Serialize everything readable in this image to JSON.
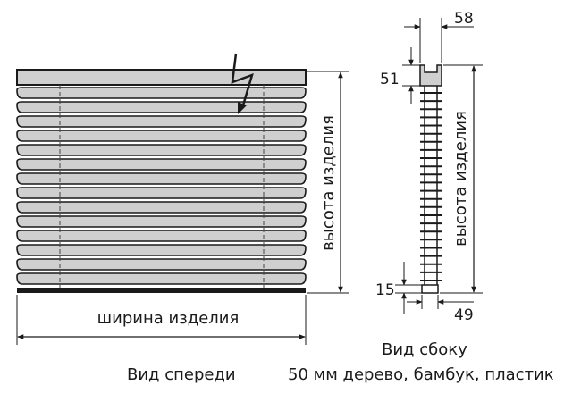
{
  "front_view": {
    "slat_count": 14,
    "width_label": "ширина изделия",
    "height_label": "высота изделия",
    "caption": "Вид спереди"
  },
  "side_view": {
    "height_label": "высота изделия",
    "dims": {
      "top_width": "58",
      "top_height": "51",
      "bottom_height": "15",
      "bottom_width": "49"
    },
    "caption_line1": "Вид сбоку",
    "caption_line2": "50 мм дерево, бамбук, пластик"
  },
  "colors": {
    "slat_fill": "#cfcfcf",
    "outline": "#1a1a1a",
    "background": "#ffffff"
  }
}
